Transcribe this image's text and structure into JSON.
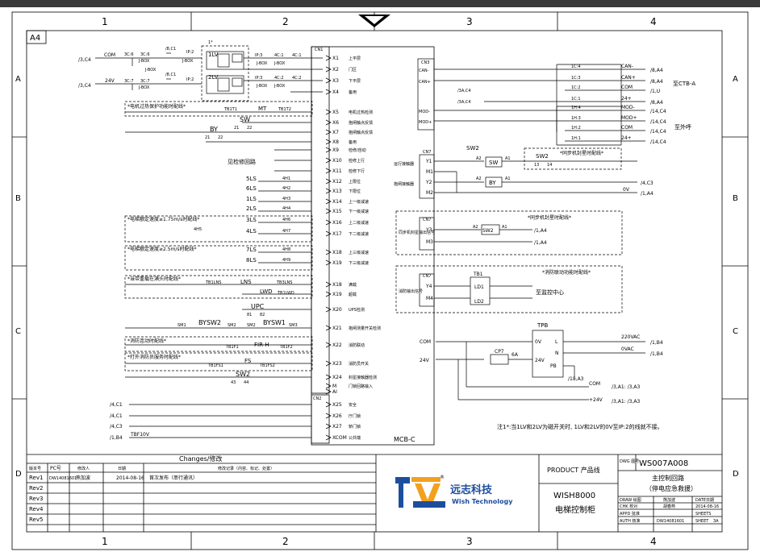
{
  "frame": {
    "sheet_size": "A4",
    "col_labels": [
      "1",
      "2",
      "3",
      "4"
    ],
    "row_labels": [
      "A",
      "B",
      "C",
      "D"
    ]
  },
  "left": {
    "src_3c4": "/3,C4",
    "src_3c4_b": "/3,C4",
    "com": "COM",
    "v24": "24V",
    "t_3c6a": "3C:6",
    "t_3c6b": "3C:6",
    "t_jbox1": "J-BOX",
    "t_3c7a": "3C:7",
    "t_3c7b": "3C:7",
    "t_jbox2": "J-BOX",
    "t_jbox3": "J-BOX",
    "t_8c1a": "/8,C1",
    "t_8c1b": "/8,C1",
    "t_ip2a": "IP:2",
    "t_ip2b": "IP:2",
    "t_jbox4": "J-BOX",
    "t_1star": "1*",
    "k1lv": "1LV",
    "k2lv": "2LV",
    "t_ip3a": "IP:3",
    "t_ip3b": "IP:3",
    "t_4c1a": "4C:1",
    "t_4c1b": "4C:1",
    "t_4c2a": "4C:2",
    "t_4c2b": "4C:2",
    "t_jbox5": "J-BOX",
    "t_jbox6": "J-BOX",
    "t_jbox7": "J-BOX",
    "t_jbox8": "J-BOX",
    "note_motor": "*电机过热保护功能时配线*",
    "tb1t1": "TB1T1",
    "mt": "MT",
    "tb1t2": "TB1T2",
    "sw": "SW",
    "sw_21": "21",
    "sw_22": "22",
    "by": "BY",
    "by_21": "21",
    "by_22": "22",
    "jianxiu": "见检修回路",
    "k5ls": "5LS",
    "k6ls": "6LS",
    "k1ls": "1LS",
    "k2ls": "2LS",
    "k3ls": "3LS",
    "k4ls": "4LS",
    "k7ls": "7LS",
    "k8ls": "8LS",
    "h4h1": "4H1",
    "h4h2": "4H2",
    "h4h3": "4H3",
    "h4h4": "4H4",
    "h4h6": "4H6",
    "h4h7": "4H7",
    "h4h5": "4H5",
    "h4h8": "4H8",
    "h4h9": "4H9",
    "note_175": "*电梯额定速度≥1.75m/s时配线*",
    "note_25": "*电梯额定速度≥2.5m/s时配线*",
    "note_lns": "*当带重载在满头时配线*",
    "tb1lns": "TB1LNS",
    "lns": "LNS",
    "tb1lwd": "TB1LWD",
    "lwd": "LWD",
    "tb3lns": "TB3LNS",
    "upc": "UPC",
    "upc_81": "81",
    "upc_82": "82",
    "sm1": "SM1",
    "bysw2": "BYSW2",
    "sm2": "SM2",
    "sm2b": "SM2",
    "bysw1": "BYSW1",
    "sm3": "SM3",
    "note_fire": "*消防连动时配线*",
    "tb1f1": "TB1F1",
    "firh": "FIR-H",
    "tb1f2": "TB1F2",
    "note_fs": "*打外消防员服务时配线*",
    "tb1fs1": "TB1FS1",
    "fs": "FS",
    "tb1fs2": "TB1FS2",
    "sw2": "SW2",
    "sw2_43": "43",
    "sw2_44": "44",
    "src_4c1": "/4,C1",
    "src_4c1b": "/4,C1",
    "src_4c3": "/4,C3",
    "src_4c1c": "/4,C1",
    "src_1b4": "/1,B4",
    "tbf10v": "TBF10V"
  },
  "mcb": {
    "title": "MCB-C",
    "cn1": "CN1",
    "cn2": "CN2",
    "pins": [
      {
        "pin": "X1",
        "desc": "上平层"
      },
      {
        "pin": "X2",
        "desc": "门区"
      },
      {
        "pin": "X3",
        "desc": "下平层"
      },
      {
        "pin": "X4",
        "desc": "备用"
      },
      {
        "pin": "X5",
        "desc": "电机过热检测"
      },
      {
        "pin": "X6",
        "desc": "抱闸触点反馈"
      },
      {
        "pin": "X7",
        "desc": "抱闸触点反馈"
      },
      {
        "pin": "X8",
        "desc": "备用"
      },
      {
        "pin": "X9",
        "desc": "检修/自动"
      },
      {
        "pin": "X10",
        "desc": "检修上行"
      },
      {
        "pin": "X11",
        "desc": "检修下行"
      },
      {
        "pin": "X12",
        "desc": "上限位"
      },
      {
        "pin": "X13",
        "desc": "下限位"
      },
      {
        "pin": "X14",
        "desc": "上一级减速"
      },
      {
        "pin": "X15",
        "desc": "下一级减速"
      },
      {
        "pin": "X16",
        "desc": "上二级减速"
      },
      {
        "pin": "X17",
        "desc": "下二级减速"
      },
      {
        "pin": "X18",
        "desc": "上三级减速"
      },
      {
        "pin": "X19",
        "desc": "下三级减速"
      },
      {
        "pin": "X18",
        "desc": "满载"
      },
      {
        "pin": "X19",
        "desc": "超载"
      },
      {
        "pin": "X20",
        "desc": "UPS检测"
      },
      {
        "pin": "X21",
        "desc": "抱闸测量开关检测"
      },
      {
        "pin": "X22",
        "desc": "消防联动"
      },
      {
        "pin": "X23",
        "desc": "消防员开关"
      },
      {
        "pin": "X24",
        "desc": "封星接触器检测"
      },
      {
        "pin": "M",
        "desc": "门锁回路输入"
      },
      {
        "pin": "AI",
        "desc": ""
      },
      {
        "pin": "X25",
        "desc": "安全"
      },
      {
        "pin": "X26",
        "desc": "厅门锁"
      },
      {
        "pin": "X27",
        "desc": "轿门锁"
      },
      {
        "pin": "XCOM",
        "desc": "公共端"
      }
    ]
  },
  "right": {
    "cn3": "CN3",
    "can_minus": "CAN-",
    "can_plus": "CAN+",
    "com_a": "COM",
    "v24_a": "24+",
    "t1c4": "1C:4",
    "t1c3": "1C:3",
    "t1c2": "1C:2",
    "t1c1": "1C:1",
    "src_3a": "/3A,C4",
    "src_3a_b": "/3A,C4",
    "r_canm": "CAN-",
    "r_canp": "CAN+",
    "r_com": "COM",
    "r_24": "24+",
    "r_8a4a": "/8,A4",
    "r_8a4b": "/8,A4",
    "r_1u": "/1,U",
    "r_8a4c": "/8,A4",
    "lbl_ctb": "至CTB-A",
    "mod_minus": "MOD-",
    "mod_plus": "MOD+",
    "t1h4": "1H:4",
    "t1h3": "1H:3",
    "t1h2": "1H:2",
    "t1h1": "1H:1",
    "r_modm": "MOD-",
    "r_modp": "MOD+",
    "r_com2": "COM",
    "r_242": "24+",
    "r_14c4a": "/14,C4",
    "r_14c4b": "/14,C4",
    "r_14c4c": "/14,C4",
    "r_14c4d": "/14,C4",
    "lbl_hall": "至外呼",
    "cn7": "CN7",
    "y1": "Y1",
    "m1": "M1",
    "y2": "Y2",
    "m2": "M2",
    "desc_run": "运行接触器",
    "desc_brake": "抱闸接触器",
    "sw2_top": "SW2",
    "a2": "A2",
    "a1": "A1",
    "a2b": "A2",
    "a1b": "A1",
    "sw_coil": "SW",
    "by_coil": "BY",
    "sw2_dash": "SW2",
    "sw2_13": "13",
    "sw2_14": "14",
    "note_sync": "*同步机封星时配线*",
    "r_4c3": "/4,C3",
    "ov": "0V",
    "r_1a4": "/1,A4",
    "cn7b": "CN7",
    "y3": "Y3",
    "m3": "M3",
    "desc_sync": "同步机封星输出信号",
    "note_sync2": "*同步机封星时配线*",
    "a2c": "A2",
    "a1c": "A1",
    "sw2_coil": "SW2",
    "r_1a4b": "/1,A4",
    "r_1a4c": "/1,A4",
    "cn7c": "CN7",
    "y4": "Y4",
    "m4": "M4",
    "desc_fire": "消防输出信号",
    "note_fire": "*消防联动功能时配线*",
    "tb1": "TB1",
    "ld1": "LD1",
    "ld2": "LD2",
    "lbl_monitor": "至监控中心",
    "tpb": "TPB",
    "com_c": "COM",
    "v24_c": "24V",
    "cp7": "CP7",
    "cp7_6a": "6A",
    "tpb_0v": "0V",
    "tpb_24v": "24V",
    "tpb_l": "L",
    "tpb_n": "N",
    "tpb_pb": "PB",
    "v220": "220VAC",
    "ovac": "0VAC",
    "r_1b4a": "/1,B4",
    "r_1b4b": "/1,B4",
    "r_18a3": "/18,A3",
    "com_out": "COM",
    "v24_out": "+24V",
    "r_3a1a": "/3,A1: /3,A3",
    "r_3a1b": "/3,A1: /3,A3",
    "footnote": "注1*:当1LV和2LV为磁开关时, 1LV和2LV的0V至IP:2的线就不接。"
  },
  "title_block": {
    "changes": "Changes/修改",
    "h_ver": "版本号",
    "h_pc": "PC号",
    "h_mod": "修改人",
    "h_date": "日期",
    "h_rec": "修改记录（内容、标记、处置）",
    "rows": [
      {
        "rev": "Rev1",
        "pc": "DW14081601",
        "by": "熊加波",
        "date": "2014-08-16",
        "rec": "首次发布（串行通讯）"
      },
      {
        "rev": "Rev2",
        "pc": "",
        "by": "",
        "date": "",
        "rec": ""
      },
      {
        "rev": "Rev3",
        "pc": "",
        "by": "",
        "date": "",
        "rec": ""
      },
      {
        "rev": "Rev4",
        "pc": "",
        "by": "",
        "date": "",
        "rec": ""
      },
      {
        "rev": "Rev5",
        "pc": "",
        "by": "",
        "date": "",
        "rec": ""
      }
    ],
    "company_cn": "远志科技",
    "company_en": "Wish Technology",
    "reg": "®",
    "product_label": "PRODUCT 产品线",
    "product_name": "WISH8000",
    "product_cn": "电梯控制柜",
    "dwg_label": "DWG 图号",
    "dwg_no": "WS007A008",
    "drawing_title1": "主控制回路",
    "drawing_title2": "（停电应急救援）",
    "draw_label": "DRAW 绘图",
    "draw_name": "熊加波",
    "chk_label": "CHK 校对",
    "chk_name": "胡春燕",
    "appd_label": "APPD 批准",
    "auth_label": "AUTH 核准",
    "auth_no": "DW14081601",
    "date_label": "DATE日期",
    "date_val": "2014-08-16",
    "sheets_label": "SHEETS",
    "sheet_label": "SHEET",
    "sheet_val": "3A"
  },
  "colors": {
    "line": "#000000",
    "topbar": "#3a3a3a",
    "logo_blue": "#1d4e9e",
    "logo_orange": "#f2a11f"
  }
}
